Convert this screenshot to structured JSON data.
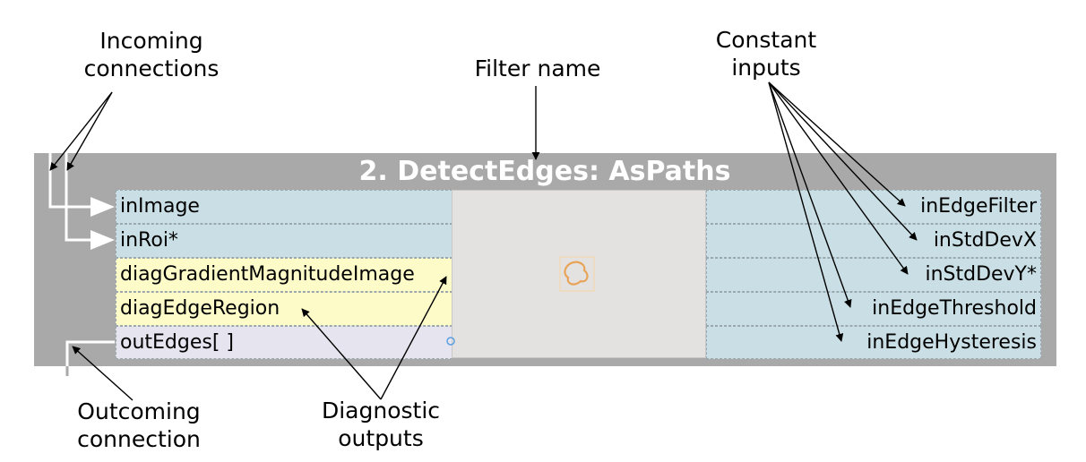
{
  "annotations": {
    "incoming_line1": "Incoming",
    "incoming_line2": "connections",
    "filter_name": "Filter name",
    "constant_line1": "Constant",
    "constant_line2": "inputs",
    "outgoing_line1": "Outcoming",
    "outgoing_line2": "connection",
    "diagnostic_line1": "Diagnostic",
    "diagnostic_line2": "outputs"
  },
  "filter": {
    "title": "2. DetectEdges: AsPaths",
    "inputs": [
      "inImage",
      "inRoi*"
    ],
    "diagnostic_outputs": [
      "diagGradientMagnitudeImage",
      "diagEdgeRegion"
    ],
    "outputs": [
      "outEdges[ ]"
    ],
    "constant_inputs": [
      "inEdgeFilter",
      "inStdDevX",
      "inStdDevY*",
      "inEdgeThreshold",
      "inEdgeHysteresis"
    ],
    "preview_icon": "edge-path-icon"
  },
  "colors": {
    "block_bg": "#a9a9a9",
    "input_bg": "#c9dfe5",
    "diagnostic_bg": "#fdfbc8",
    "output_bg": "#e6e4ef",
    "preview_bg": "#e3e2e0",
    "connection": "#ffffff",
    "icon_stroke": "#e8a458"
  }
}
